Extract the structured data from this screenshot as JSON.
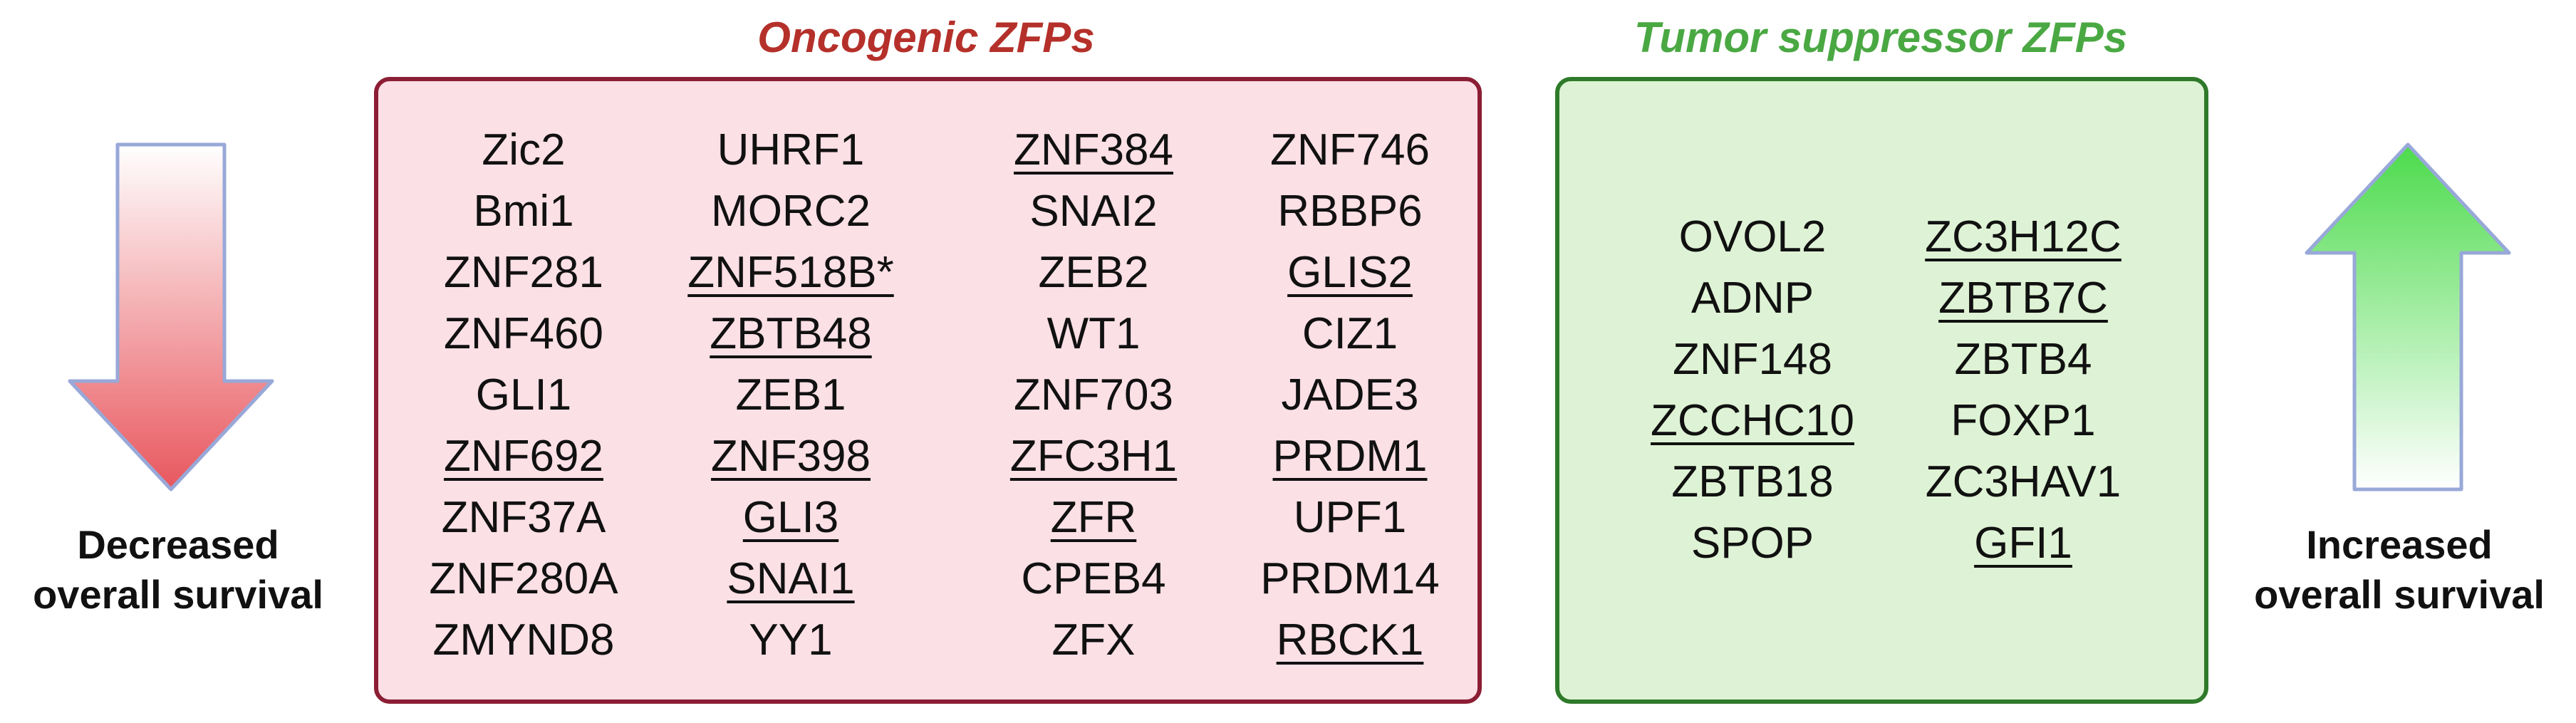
{
  "colors": {
    "oncogenic_title": "#b5302a",
    "oncogenic_border": "#8b1e34",
    "oncogenic_fill": "#fbe0e6",
    "tumor_title": "#4aa843",
    "tumor_border": "#2f7a2a",
    "tumor_fill": "#def3d5",
    "down_arrow_top": "#ffffff",
    "down_arrow_bottom": "#e8575e",
    "up_arrow_top": "#4cdb4c",
    "up_arrow_bottom": "#ffffff",
    "arrow_outline": "#98a8d8"
  },
  "oncogenic": {
    "title": "Oncogenic ZFPs",
    "columns": [
      [
        {
          "name": "Zic2",
          "underlined": false
        },
        {
          "name": "Bmi1",
          "underlined": false
        },
        {
          "name": "ZNF281",
          "underlined": false
        },
        {
          "name": "ZNF460",
          "underlined": false
        },
        {
          "name": "GLI1",
          "underlined": false
        },
        {
          "name": "ZNF692",
          "underlined": true
        },
        {
          "name": "ZNF37A",
          "underlined": false
        },
        {
          "name": "ZNF280A",
          "underlined": false
        },
        {
          "name": "ZMYND8",
          "underlined": false
        }
      ],
      [
        {
          "name": "UHRF1",
          "underlined": false
        },
        {
          "name": "MORC2",
          "underlined": false
        },
        {
          "name": "ZNF518B*",
          "underlined": true
        },
        {
          "name": "ZBTB48",
          "underlined": true
        },
        {
          "name": "ZEB1",
          "underlined": false
        },
        {
          "name": "ZNF398",
          "underlined": true
        },
        {
          "name": "GLI3",
          "underlined": true
        },
        {
          "name": "SNAI1",
          "underlined": true
        },
        {
          "name": "YY1",
          "underlined": false
        }
      ],
      [
        {
          "name": "ZNF384",
          "underlined": true
        },
        {
          "name": "SNAI2",
          "underlined": false
        },
        {
          "name": "ZEB2",
          "underlined": false
        },
        {
          "name": "WT1",
          "underlined": false
        },
        {
          "name": "ZNF703",
          "underlined": false
        },
        {
          "name": "ZFC3H1",
          "underlined": true
        },
        {
          "name": "ZFR",
          "underlined": true
        },
        {
          "name": "CPEB4",
          "underlined": false
        },
        {
          "name": "ZFX",
          "underlined": false
        }
      ],
      [
        {
          "name": "ZNF746",
          "underlined": false
        },
        {
          "name": "RBBP6",
          "underlined": false
        },
        {
          "name": "GLIS2",
          "underlined": true
        },
        {
          "name": "CIZ1",
          "underlined": false
        },
        {
          "name": "JADE3",
          "underlined": false
        },
        {
          "name": "PRDM1",
          "underlined": true
        },
        {
          "name": "UPF1",
          "underlined": false
        },
        {
          "name": "PRDM14",
          "underlined": false
        },
        {
          "name": "RBCK1",
          "underlined": true
        }
      ]
    ]
  },
  "tumor_suppressor": {
    "title": "Tumor suppressor ZFPs",
    "columns": [
      [
        {
          "name": "OVOL2",
          "underlined": false
        },
        {
          "name": "ADNP",
          "underlined": false
        },
        {
          "name": "ZNF148",
          "underlined": false
        },
        {
          "name": "ZCCHC10",
          "underlined": true
        },
        {
          "name": "ZBTB18",
          "underlined": false
        },
        {
          "name": "SPOP",
          "underlined": false
        }
      ],
      [
        {
          "name": "ZC3H12C",
          "underlined": true
        },
        {
          "name": "ZBTB7C",
          "underlined": true
        },
        {
          "name": "ZBTB4",
          "underlined": false
        },
        {
          "name": "FOXP1",
          "underlined": false
        },
        {
          "name": "ZC3HAV1",
          "underlined": false
        },
        {
          "name": "GFI1",
          "underlined": true
        }
      ]
    ]
  },
  "left_label": {
    "line1": "Decreased",
    "line2": "overall survival",
    "icon": "down-arrow-icon"
  },
  "right_label": {
    "line1": "Increased",
    "line2": "overall survival",
    "icon": "up-arrow-icon"
  }
}
